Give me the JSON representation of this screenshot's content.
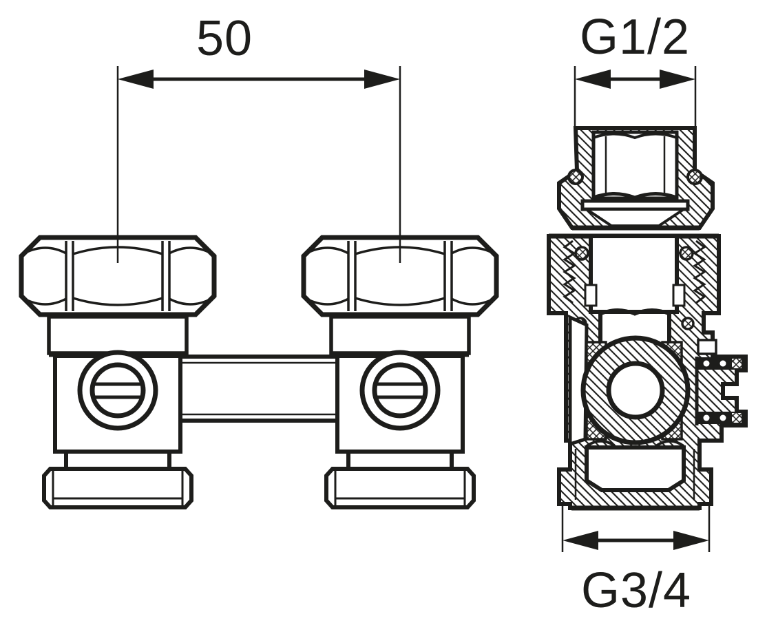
{
  "drawing": {
    "labels": {
      "center_distance": "50",
      "top_thread": "G1/2",
      "bottom_thread": "G3/4"
    },
    "colors": {
      "ink": "#1d1d1b",
      "background": "#ffffff"
    }
  }
}
